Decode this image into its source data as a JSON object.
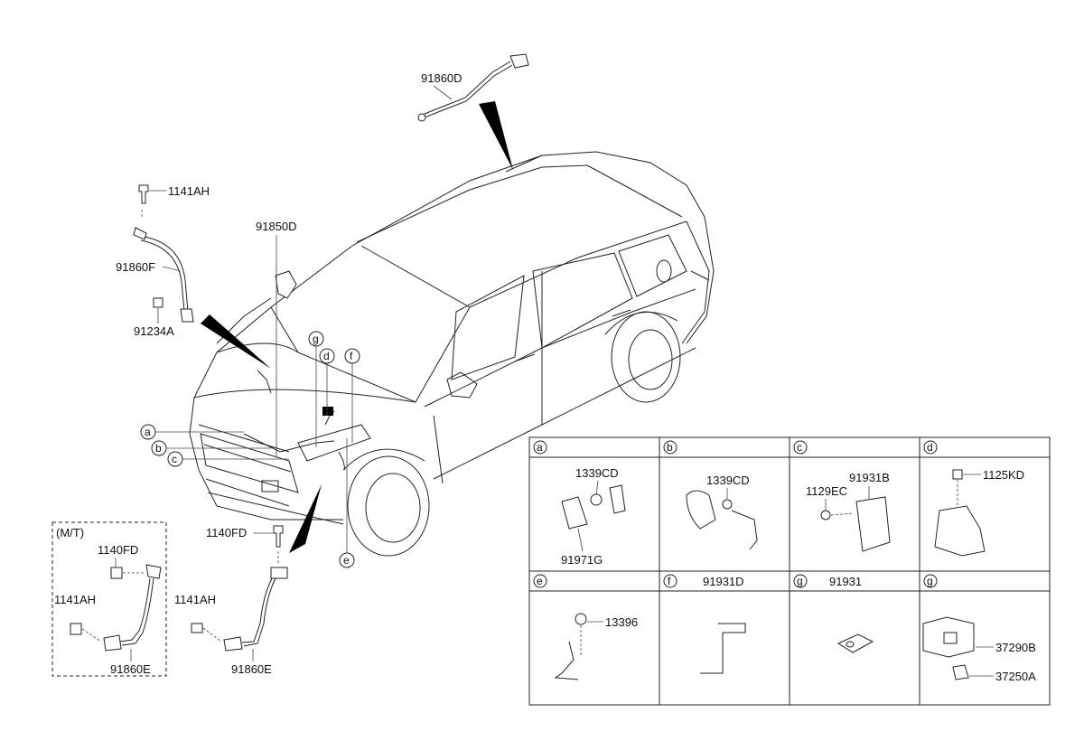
{
  "callouts": {
    "p91860D": "91860D",
    "p1141AH_top": "1141AH",
    "p91860F": "91860F",
    "p91234A": "91234A",
    "p91850D": "91850D",
    "p1140FD_mid": "1140FD",
    "p1141AH_mid": "1141AH",
    "p91860E_mid": "91860E"
  },
  "markers": {
    "a": "a",
    "b": "b",
    "c": "c",
    "d": "d",
    "e": "e",
    "f": "f",
    "g": "g"
  },
  "mt_box": {
    "title": "(M/T)",
    "p1140FD": "1140FD",
    "p1141AH": "1141AH",
    "p91860E": "91860E"
  },
  "detail_panels": [
    {
      "letter": "a",
      "title": "",
      "parts": [
        "1339CD",
        "91971G"
      ]
    },
    {
      "letter": "b",
      "title": "",
      "parts": [
        "1339CD"
      ]
    },
    {
      "letter": "c",
      "title": "",
      "parts": [
        "91931B",
        "1129EC"
      ]
    },
    {
      "letter": "d",
      "title": "",
      "parts": [
        "1125KD"
      ]
    },
    {
      "letter": "e",
      "title": "",
      "parts": [
        "13396"
      ]
    },
    {
      "letter": "f",
      "title": "91931D",
      "parts": []
    },
    {
      "letter": "g",
      "title": "91931",
      "parts": []
    },
    {
      "letter": "g",
      "title": "",
      "parts": [
        "37290B",
        "37250A"
      ]
    }
  ]
}
